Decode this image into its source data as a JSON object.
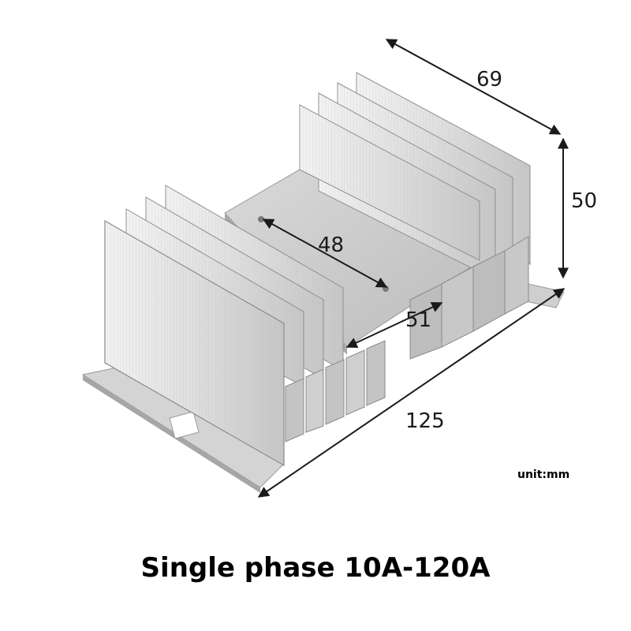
{
  "dimensions": {
    "depth": "69",
    "height": "50",
    "hole_spacing": "48",
    "base_width": "51",
    "length": "125"
  },
  "unit_label": "unit:mm",
  "caption": "Single phase 10A-120A",
  "colors": {
    "aluminum_light": "#e6e6e6",
    "aluminum_mid": "#c9c9c9",
    "aluminum_dark": "#8e8e8e",
    "dimension_line": "#1a1a1a",
    "text": "#000000"
  }
}
